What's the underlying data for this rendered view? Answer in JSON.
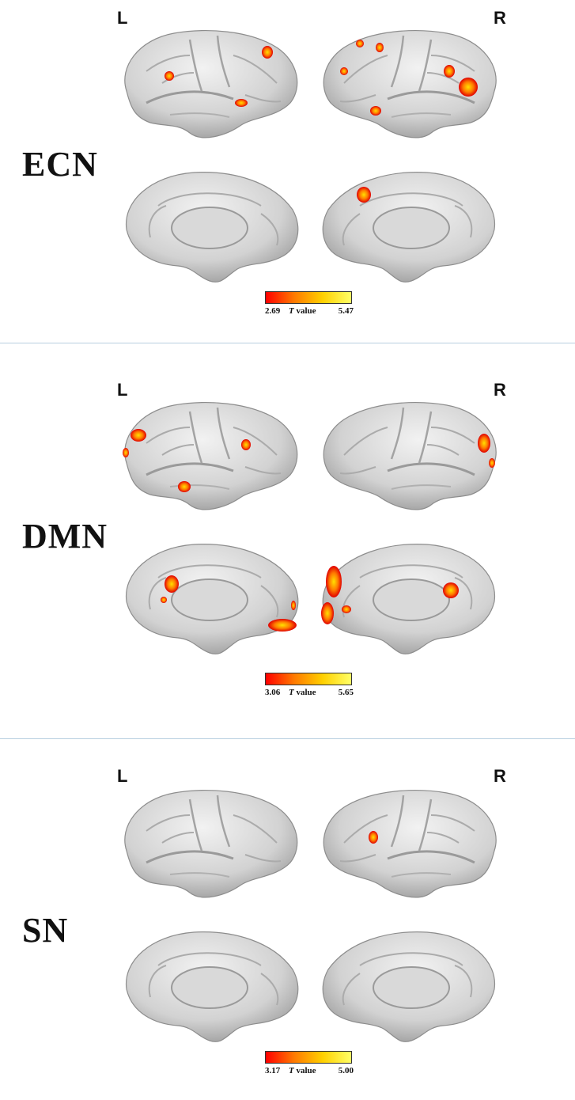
{
  "hemi": {
    "left": "L",
    "right": "R"
  },
  "panels": [
    {
      "network": "ECN",
      "min": "2.69",
      "max": "5.47",
      "scale_t": "T",
      "scale_word": "value"
    },
    {
      "network": "DMN",
      "min": "3.06",
      "max": "5.65",
      "scale_t": "T",
      "scale_word": "value"
    },
    {
      "network": "SN",
      "min": "3.17",
      "max": "5.00",
      "scale_t": "T",
      "scale_word": "value"
    }
  ],
  "colors": {
    "brain_surface": "#d6d6d6",
    "activation_low": "#ff0000",
    "activation_high": "#ffff00",
    "divider": "#b8cfe0"
  }
}
